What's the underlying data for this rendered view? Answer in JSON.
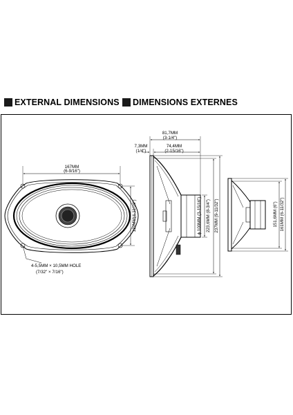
{
  "headings": {
    "external_en": "EXTERNAL DIMENSIONS",
    "external_fr": "DIMENSIONS EXTERNES"
  },
  "front_view": {
    "width_mm": "167MM",
    "width_in": "(6-9/16\")",
    "height_label": "119MM(4-11/16\")",
    "hole_mm": "4-5,5MM × 10,5MM HOLE",
    "hole_in": "(7/32\" × 7/16\")"
  },
  "side_view": {
    "total_depth_mm": "81,7MM",
    "total_depth_in": "(3-1/4\")",
    "flange_mm": "7,3MM",
    "flange_in": "(1/4\")",
    "mount_depth_mm": "74,4MM",
    "mount_depth_in": "(2-15/16\")",
    "magnet_dia": "ϕ 100MM (3-15/16\")",
    "cutout_long": "223,6MM (8-3/4\")",
    "overall_long": "237MM (9-11/32\")"
  },
  "end_view": {
    "cutout_short": "151,6MM (6\")",
    "overall_short": "161MM (6-11/32\")"
  }
}
